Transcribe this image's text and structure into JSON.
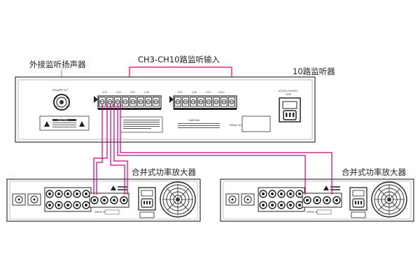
{
  "labels": {
    "external_speaker": "外接监听扬声器",
    "ch_input": "CH3-CH10路监听输入",
    "monitor_device": "10路监听器",
    "amp_left": "合并式功率放大器",
    "amp_right": "合并式功率放大器"
  },
  "monitor": {
    "speaker_out": "SPEAKER OUT",
    "channels_group1": [
      "CH3",
      "CH4",
      "CH5",
      "CH6"
    ],
    "channels_group2": [
      "CH7",
      "CH8",
      "CH9",
      "CH10"
    ],
    "caution": "CAUTION",
    "warning": "WARNING",
    "serial_no": "SERIAL NO.",
    "ac_power": "AC220V 50/60HZ",
    "fuse": "FUSE"
  },
  "amp": {
    "serial_no": "SERIAL NO."
  },
  "colors": {
    "wire": "#d1007a",
    "outline": "#333333",
    "panel": "#ffffff"
  }
}
